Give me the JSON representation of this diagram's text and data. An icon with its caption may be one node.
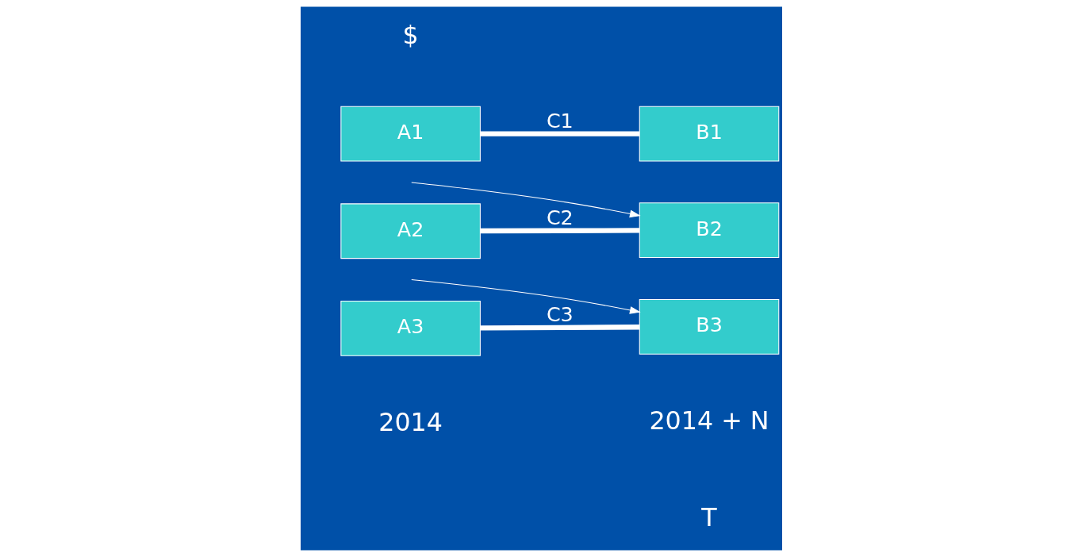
{
  "diagram": {
    "nodes": [
      {
        "text": [
          "A1"
        ]
      },
      {
        "text": [
          "A2"
        ]
      },
      {
        "text": [
          "A3"
        ]
      },
      {
        "text": [
          "B1"
        ]
      },
      {
        "text": [
          "B2"
        ]
      },
      {
        "text": [
          "B3"
        ]
      }
    ],
    "edges": [
      {
        "from": 0,
        "to": 3,
        "arrow": "none",
        "label": "C1"
      },
      {
        "from": 1,
        "to": 4,
        "arrow": "none",
        "label": "C2"
      },
      {
        "from": 2,
        "to": 5,
        "arrow": "none",
        "label": "C3"
      },
      {
        "from": null,
        "to": 4,
        "arrow": "to"
      },
      {
        "from": null,
        "to": 5,
        "arrow": "to"
      }
    ],
    "labels": [
      "$",
      "T",
      "2014",
      "2014 + N"
    ]
  }
}
